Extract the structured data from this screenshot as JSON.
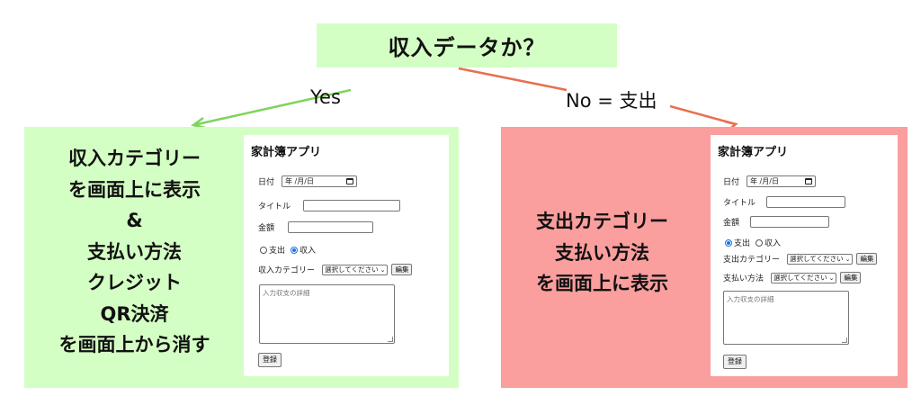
{
  "question": "収入データか？",
  "yes_label": "Yes",
  "no_label": "No = 支出",
  "colors": {
    "green_panel": "#d4ffc4",
    "red_panel": "#fa9e9e",
    "green_arrow": "#7fd45a",
    "red_arrow": "#e87050",
    "radio_checked": "#1a73e8"
  },
  "left": {
    "lines": [
      "収入カテゴリー",
      "を画面上に表示",
      "&",
      "支払い方法",
      "クレジット",
      "QR決済",
      "を画面上から消す"
    ],
    "app": {
      "title": "家計簿アプリ",
      "date_label": "日付",
      "date_placeholder": "年 /月/日",
      "title_label": "タイトル",
      "amount_label": "金額",
      "radio_expense": "支出",
      "radio_income": "収入",
      "checked": "income",
      "income_category_label": "収入カテゴリー",
      "select_placeholder": "選択してください",
      "edit_button": "編集",
      "textarea_placeholder": "入力収支の詳細",
      "submit_button": "登録"
    }
  },
  "right": {
    "lines": [
      "支出カテゴリー",
      "支払い方法",
      "を画面上に表示"
    ],
    "app": {
      "title": "家計簿アプリ",
      "date_label": "日付",
      "date_placeholder": "年 /月/日",
      "title_label": "タイトル",
      "amount_label": "金額",
      "radio_expense": "支出",
      "radio_income": "収入",
      "checked": "expense",
      "expense_category_label": "支出カテゴリー",
      "payment_method_label": "支払い方法",
      "select_placeholder": "選択してください",
      "edit_button": "編集",
      "textarea_placeholder": "入力収支の詳細",
      "submit_button": "登録"
    }
  }
}
